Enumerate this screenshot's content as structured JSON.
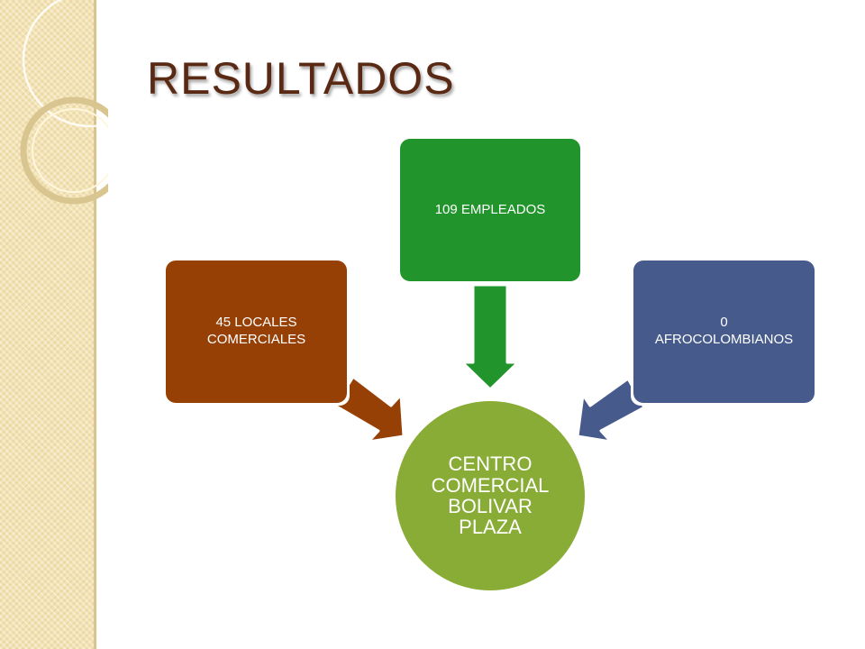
{
  "slide": {
    "title": "RESULTADOS"
  },
  "diagram": {
    "center": {
      "label": "CENTRO\nCOMERCIAL\nBOLIVAR\nPLAZA",
      "color": "#88ac35"
    },
    "nodes": [
      {
        "id": "locales",
        "label": "45 LOCALES\nCOMERCIALES",
        "color": "#974006"
      },
      {
        "id": "empleados",
        "label": "109 EMPLEADOS",
        "color": "#21952b"
      },
      {
        "id": "afro",
        "label": "0\nAFROCOLOMBIANOS",
        "color": "#465a8c"
      }
    ]
  },
  "colors": {
    "title": "#5a2914",
    "panel": "#f3e3b3"
  }
}
